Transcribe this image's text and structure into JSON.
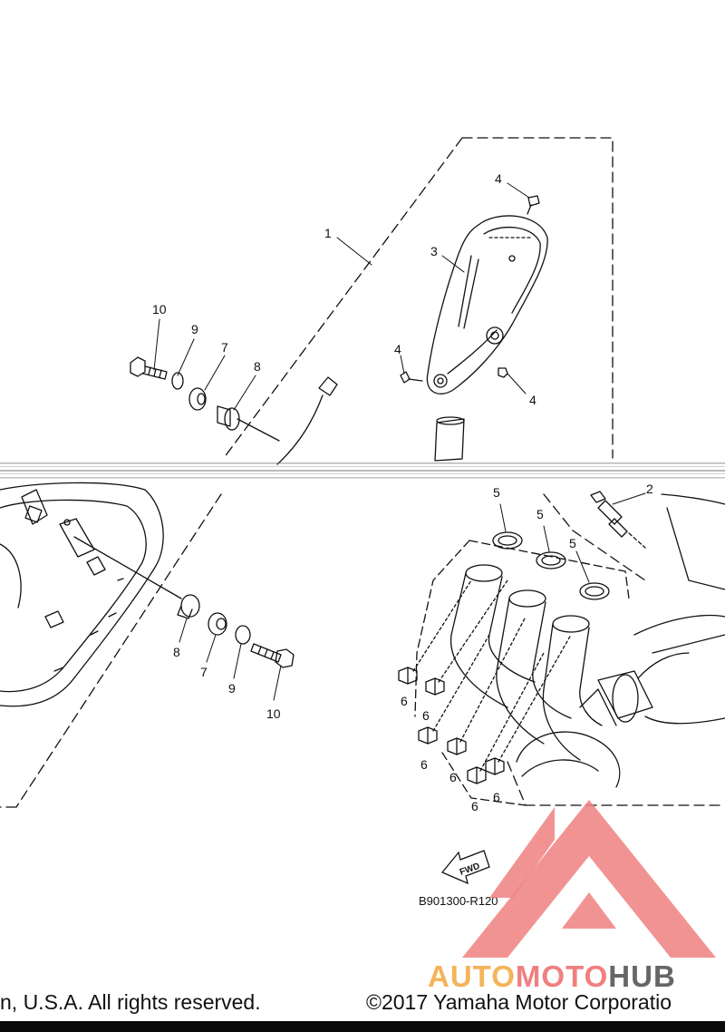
{
  "callouts": {
    "c1": "1",
    "c2": "2",
    "c3": "3",
    "c4a": "4",
    "c4b": "4",
    "c4c": "4",
    "c5a": "5",
    "c5b": "5",
    "c5c": "5",
    "c6a": "6",
    "c6b": "6",
    "c6c": "6",
    "c6d": "6",
    "c6e": "6",
    "c6f": "6",
    "c7a": "7",
    "c7b": "7",
    "c8a": "8",
    "c8b": "8",
    "c9a": "9",
    "c9b": "9",
    "c10a": "10",
    "c10b": "10"
  },
  "fwd_label": "FWD",
  "diagram_code": "B901300-R120",
  "footer": {
    "left": "n, U.S.A. All rights reserved.",
    "right": "©2017 Yamaha Motor Corporatio"
  },
  "watermark": {
    "part1": "AUTO",
    "part2": "MOTO",
    "part3": "HUB",
    "color_main": "#f08080",
    "color_auto": "#f5b35a",
    "color_hub": "#666666"
  }
}
